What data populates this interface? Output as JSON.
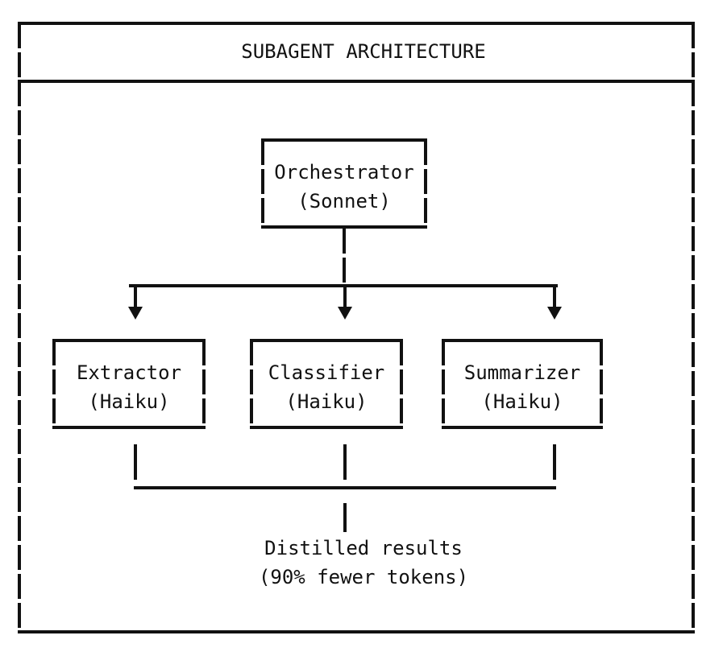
{
  "panel": {
    "title": "SUBAGENT ARCHITECTURE"
  },
  "diagram": {
    "type": "flowchart",
    "style": "ascii-art-monospace",
    "orientation": "top-down",
    "colors": {
      "stroke": "#111111",
      "background": "#ffffff",
      "text": "#111111"
    },
    "root": {
      "name": "orchestrator",
      "label_line1": "Orchestrator",
      "label_line2": "(Sonnet)",
      "model": "Sonnet"
    },
    "children": [
      {
        "name": "extractor",
        "label_line1": "Extractor",
        "label_line2": "(Haiku)",
        "model": "Haiku"
      },
      {
        "name": "classifier",
        "label_line1": "Classifier",
        "label_line2": "(Haiku)",
        "model": "Haiku"
      },
      {
        "name": "summarizer",
        "label_line1": "Summarizer",
        "label_line2": "(Haiku)",
        "model": "Haiku"
      }
    ],
    "output": {
      "name": "distilled-results",
      "label_line1": "Distilled results",
      "label_line2": "(90% fewer tokens)",
      "reduction": "90% fewer tokens"
    },
    "edges": [
      {
        "from": "orchestrator",
        "to": "extractor",
        "arrowhead": "triangle-down"
      },
      {
        "from": "orchestrator",
        "to": "classifier",
        "arrowhead": "triangle-down"
      },
      {
        "from": "orchestrator",
        "to": "summarizer",
        "arrowhead": "triangle-down"
      },
      {
        "from": "extractor",
        "to": "distilled-results",
        "arrowhead": "none"
      },
      {
        "from": "classifier",
        "to": "distilled-results",
        "arrowhead": "none"
      },
      {
        "from": "summarizer",
        "to": "distilled-results",
        "arrowhead": "none"
      }
    ]
  }
}
